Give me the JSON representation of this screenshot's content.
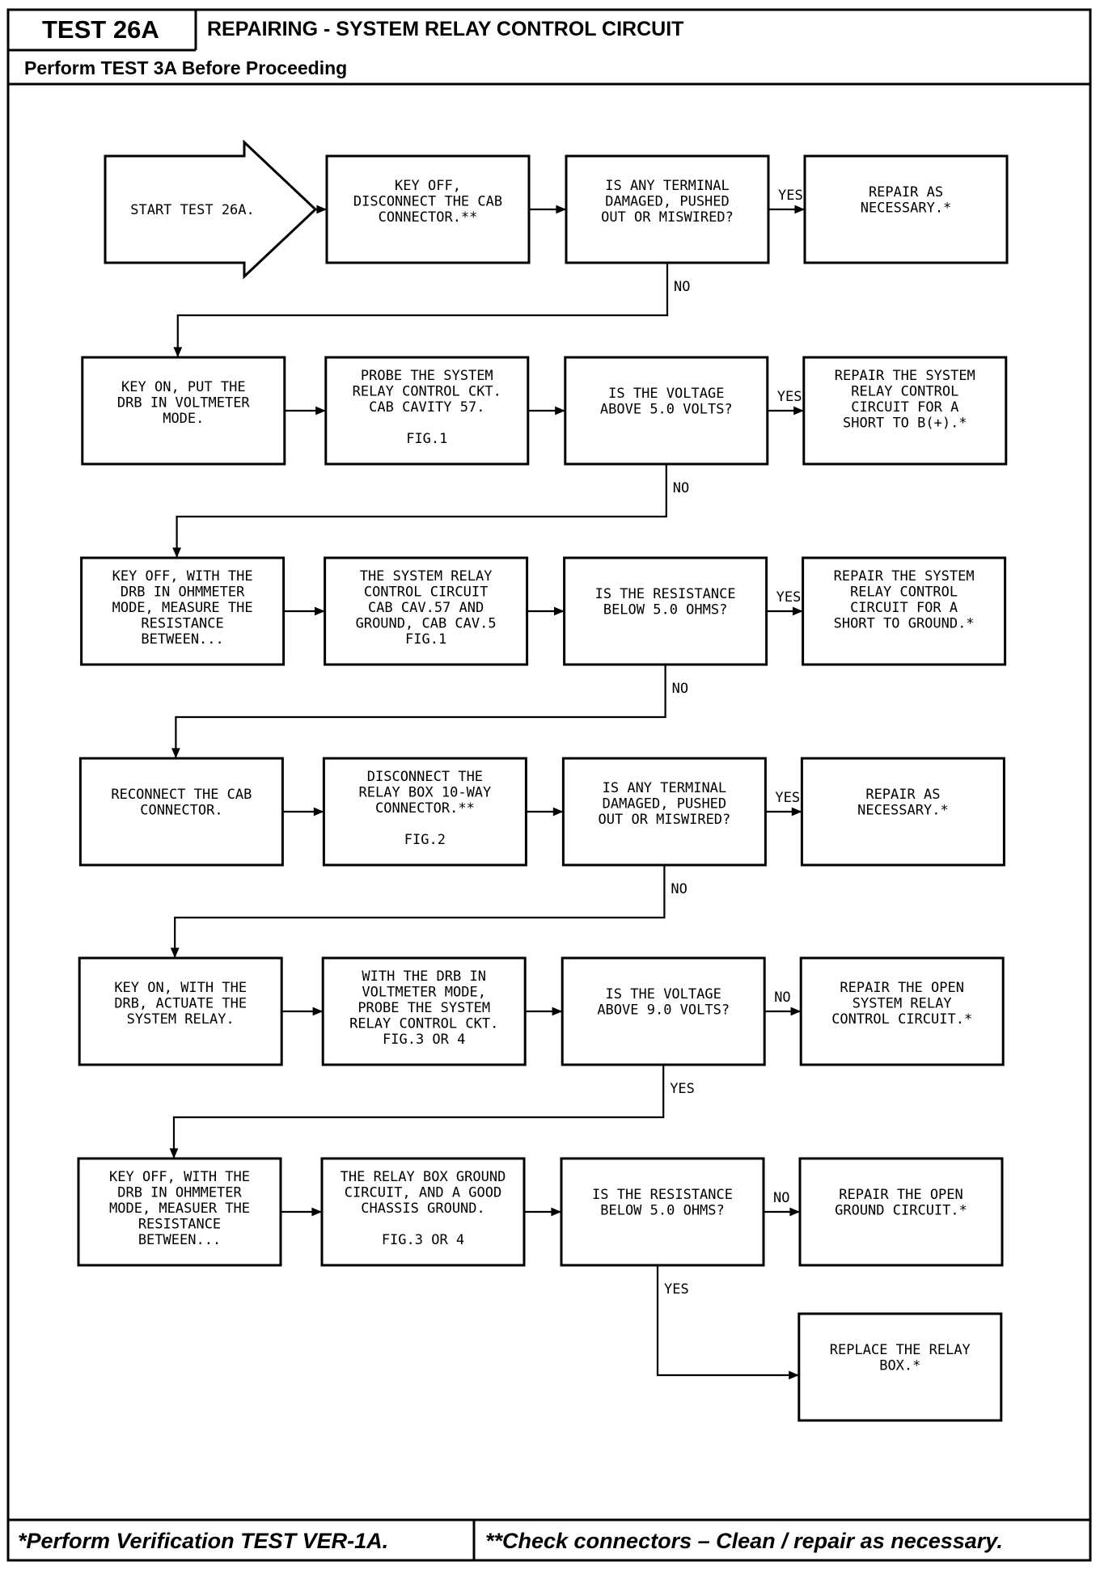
{
  "header": {
    "test_id": "TEST 26A",
    "title": "REPAIRING - SYSTEM RELAY CONTROL CIRCUIT",
    "prerequisite": "Perform TEST 3A Before Proceeding"
  },
  "footer": {
    "note_left": "*Perform Verification TEST VER-1A.",
    "note_right": "**Check connectors – Clean / repair as necessary."
  },
  "nodes": [
    {
      "id": "start",
      "shape": "start-arrow",
      "lines": [
        "START TEST 26A."
      ]
    },
    {
      "id": "r1c2",
      "lines": [
        "KEY OFF,",
        "DISCONNECT THE CAB",
        "CONNECTOR.**"
      ]
    },
    {
      "id": "r1c3",
      "lines": [
        "IS ANY TERMINAL",
        "DAMAGED, PUSHED",
        "OUT OR MISWIRED?"
      ]
    },
    {
      "id": "r1c4",
      "lines": [
        "REPAIR AS",
        "NECESSARY.*"
      ]
    },
    {
      "id": "r2c1",
      "lines": [
        "KEY ON, PUT THE",
        "DRB IN VOLTMETER",
        "MODE."
      ]
    },
    {
      "id": "r2c2",
      "lines": [
        "PROBE THE SYSTEM",
        "RELAY CONTROL CKT.",
        "CAB CAVITY 57.",
        "",
        "FIG.1"
      ]
    },
    {
      "id": "r2c3",
      "lines": [
        "IS THE VOLTAGE",
        "ABOVE 5.0 VOLTS?"
      ]
    },
    {
      "id": "r2c4",
      "lines": [
        "REPAIR THE SYSTEM",
        "RELAY CONTROL",
        "CIRCUIT FOR A",
        "SHORT TO B(+).*"
      ]
    },
    {
      "id": "r3c1",
      "lines": [
        "KEY OFF, WITH THE",
        "DRB IN OHMMETER",
        "MODE, MEASURE THE",
        "RESISTANCE",
        "BETWEEN..."
      ]
    },
    {
      "id": "r3c2",
      "lines": [
        "THE SYSTEM RELAY",
        "CONTROL CIRCUIT",
        "CAB CAV.57 AND",
        "GROUND, CAB CAV.5",
        "FIG.1"
      ]
    },
    {
      "id": "r3c3",
      "lines": [
        "IS THE RESISTANCE",
        "BELOW 5.0 OHMS?"
      ]
    },
    {
      "id": "r3c4",
      "lines": [
        "REPAIR THE SYSTEM",
        "RELAY CONTROL",
        "CIRCUIT FOR A",
        "SHORT TO GROUND.*"
      ]
    },
    {
      "id": "r4c1",
      "lines": [
        "RECONNECT THE CAB",
        "CONNECTOR."
      ]
    },
    {
      "id": "r4c2",
      "lines": [
        "DISCONNECT THE",
        "RELAY BOX 10-WAY",
        "CONNECTOR.**",
        "",
        "FIG.2"
      ]
    },
    {
      "id": "r4c3",
      "lines": [
        "IS ANY TERMINAL",
        "DAMAGED, PUSHED",
        "OUT OR MISWIRED?"
      ]
    },
    {
      "id": "r4c4",
      "lines": [
        "REPAIR AS",
        "NECESSARY.*"
      ]
    },
    {
      "id": "r5c1",
      "lines": [
        "KEY ON, WITH THE",
        "DRB, ACTUATE THE",
        "SYSTEM RELAY."
      ]
    },
    {
      "id": "r5c2",
      "lines": [
        "WITH THE DRB IN",
        "VOLTMETER MODE,",
        "PROBE THE SYSTEM",
        "RELAY CONTROL CKT.",
        "FIG.3 OR 4"
      ]
    },
    {
      "id": "r5c3",
      "lines": [
        "IS THE VOLTAGE",
        "ABOVE 9.0 VOLTS?"
      ]
    },
    {
      "id": "r5c4",
      "lines": [
        "REPAIR THE OPEN",
        "SYSTEM RELAY",
        "CONTROL CIRCUIT.*"
      ]
    },
    {
      "id": "r6c1",
      "lines": [
        "KEY OFF, WITH THE",
        "DRB IN OHMMETER",
        "MODE, MEASUER THE",
        "RESISTANCE",
        "BETWEEN..."
      ]
    },
    {
      "id": "r6c2",
      "lines": [
        "THE RELAY BOX GROUND",
        "CIRCUIT, AND A GOOD",
        "CHASSIS GROUND.",
        "",
        "FIG.3 OR 4"
      ]
    },
    {
      "id": "r6c3",
      "lines": [
        "IS THE RESISTANCE",
        "BELOW 5.0 OHMS?"
      ]
    },
    {
      "id": "r6c4",
      "lines": [
        "REPAIR THE OPEN",
        "GROUND CIRCUIT.*"
      ]
    },
    {
      "id": "r7c4",
      "lines": [
        "REPLACE THE RELAY",
        "BOX.*"
      ]
    }
  ],
  "edges": [
    {
      "from": "start",
      "to": "r1c2",
      "label": ""
    },
    {
      "from": "r1c2",
      "to": "r1c3",
      "label": ""
    },
    {
      "from": "r1c3",
      "to": "r1c4",
      "label": "YES"
    },
    {
      "from": "r1c3",
      "to": "r2c1",
      "label": "NO"
    },
    {
      "from": "r2c1",
      "to": "r2c2",
      "label": ""
    },
    {
      "from": "r2c2",
      "to": "r2c3",
      "label": ""
    },
    {
      "from": "r2c3",
      "to": "r2c4",
      "label": "YES"
    },
    {
      "from": "r2c3",
      "to": "r3c1",
      "label": "NO"
    },
    {
      "from": "r3c1",
      "to": "r3c2",
      "label": ""
    },
    {
      "from": "r3c2",
      "to": "r3c3",
      "label": ""
    },
    {
      "from": "r3c3",
      "to": "r3c4",
      "label": "YES"
    },
    {
      "from": "r3c3",
      "to": "r4c1",
      "label": "NO"
    },
    {
      "from": "r4c1",
      "to": "r4c2",
      "label": ""
    },
    {
      "from": "r4c2",
      "to": "r4c3",
      "label": ""
    },
    {
      "from": "r4c3",
      "to": "r4c4",
      "label": "YES"
    },
    {
      "from": "r4c3",
      "to": "r5c1",
      "label": "NO"
    },
    {
      "from": "r5c1",
      "to": "r5c2",
      "label": ""
    },
    {
      "from": "r5c2",
      "to": "r5c3",
      "label": ""
    },
    {
      "from": "r5c3",
      "to": "r5c4",
      "label": "NO"
    },
    {
      "from": "r5c3",
      "to": "r6c1",
      "label": "YES"
    },
    {
      "from": "r6c1",
      "to": "r6c2",
      "label": ""
    },
    {
      "from": "r6c2",
      "to": "r6c3",
      "label": ""
    },
    {
      "from": "r6c3",
      "to": "r6c4",
      "label": "NO"
    },
    {
      "from": "r6c3",
      "to": "r7c4",
      "label": "YES"
    }
  ]
}
